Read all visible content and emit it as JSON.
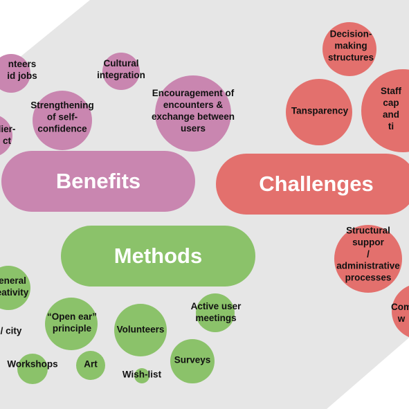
{
  "colors": {
    "benefits": "#c986b0",
    "challenges": "#e3706d",
    "methods": "#8bc26a",
    "background": "#e6e6e6"
  },
  "pills": {
    "benefits": "Benefits",
    "challenges": "Challenges",
    "methods": "Methods"
  },
  "benefits": {
    "volunteers_paid_jobs": "nteers\nid jobs",
    "cultural_integration": "Cultural\nintegration",
    "strengthening_self_confidence": "Strengthening\nof self-\nconfidence",
    "encouragement_encounters": "Encouragement of\nencounters &\nexchange between\nusers",
    "partial_left": "lier-\nct"
  },
  "challenges": {
    "decision_making": "Decision-\nmaking\nstructures",
    "transparency": "Tansparency",
    "staff_capacity": "Staff cap\nand ti",
    "structural_support": "Structural suppor\n/ administrative\nprocesses",
    "partial_right": "Com\nw"
  },
  "methods": {
    "general_creativity": "eneral\neativity",
    "city": "/ city",
    "open_ear": "“Open ear”\nprinciple",
    "volunteers": "Volunteers",
    "active_user_meetings": "Active user\nmeetings",
    "workshops": "Workshops",
    "art": "Art",
    "wish_list": "Wish-list",
    "surveys": "Surveys"
  }
}
